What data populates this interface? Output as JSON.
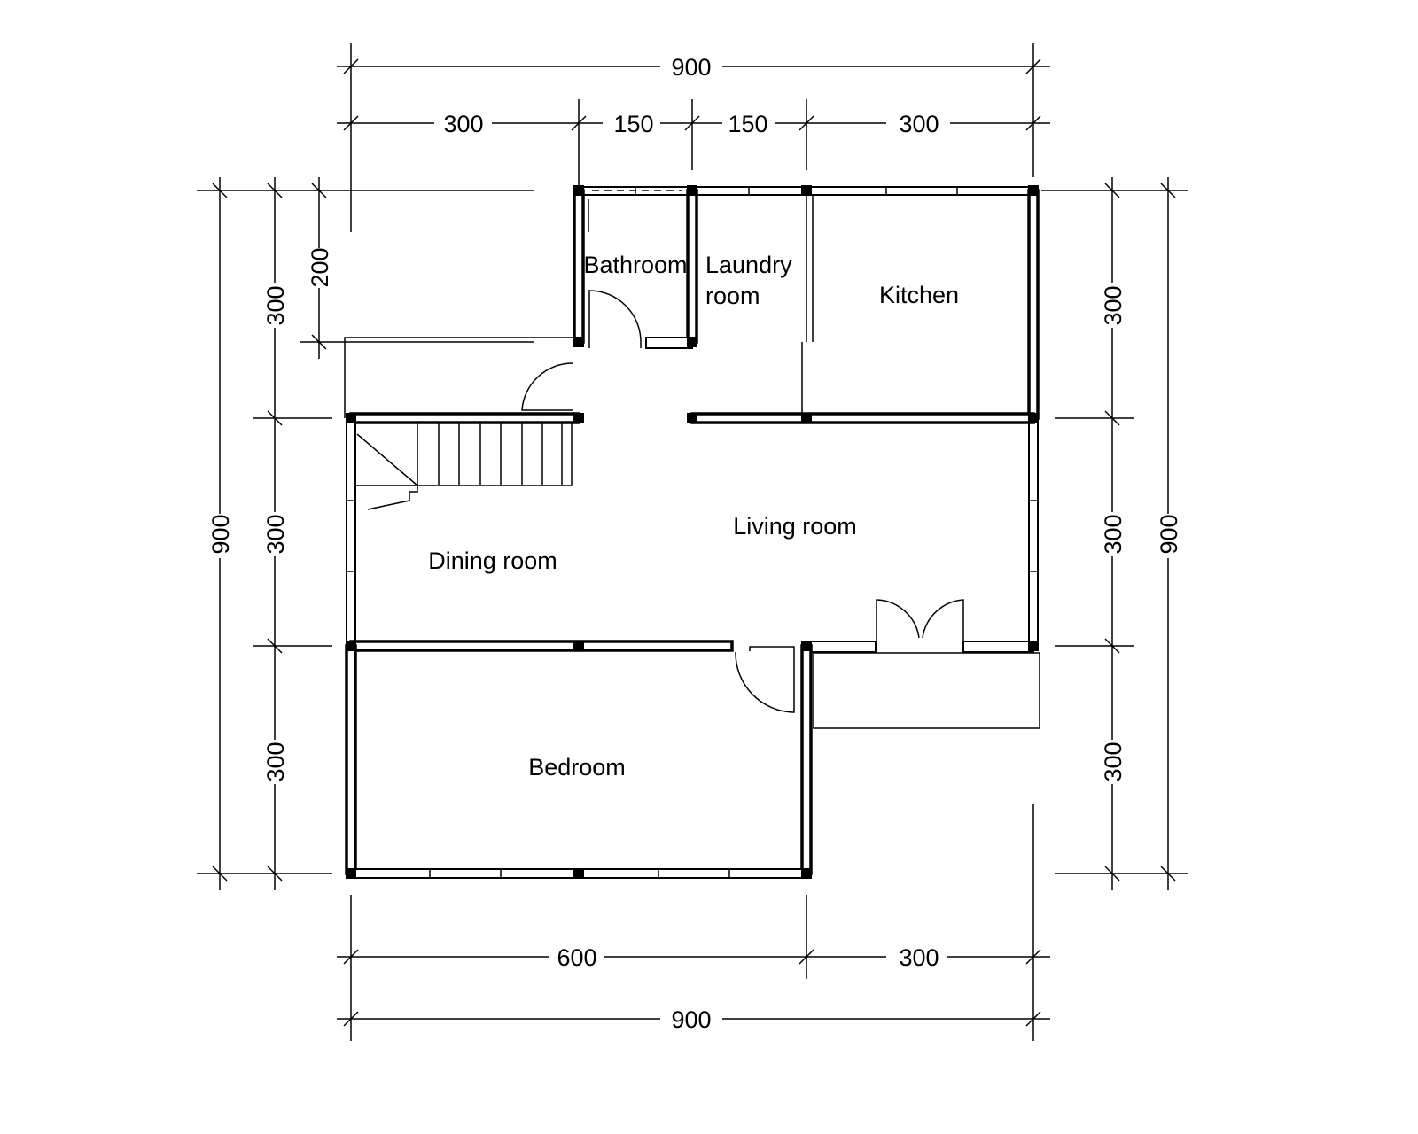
{
  "rooms": {
    "bathroom": "Bathroom",
    "laundry_line1": "Laundry",
    "laundry_line2": "room",
    "kitchen": "Kitchen",
    "living": "Living room",
    "dining": "Dining room",
    "bedroom": "Bedroom"
  },
  "dimensions": {
    "top_total": "900",
    "top_segments": [
      "300",
      "150",
      "150",
      "300"
    ],
    "left_total": "900",
    "left_segments": [
      "300",
      "300",
      "300"
    ],
    "left_offset": "200",
    "right_segments": [
      "300",
      "300",
      "300"
    ],
    "right_total": "900",
    "bottom_segments": [
      "600",
      "300"
    ],
    "bottom_total": "900"
  }
}
